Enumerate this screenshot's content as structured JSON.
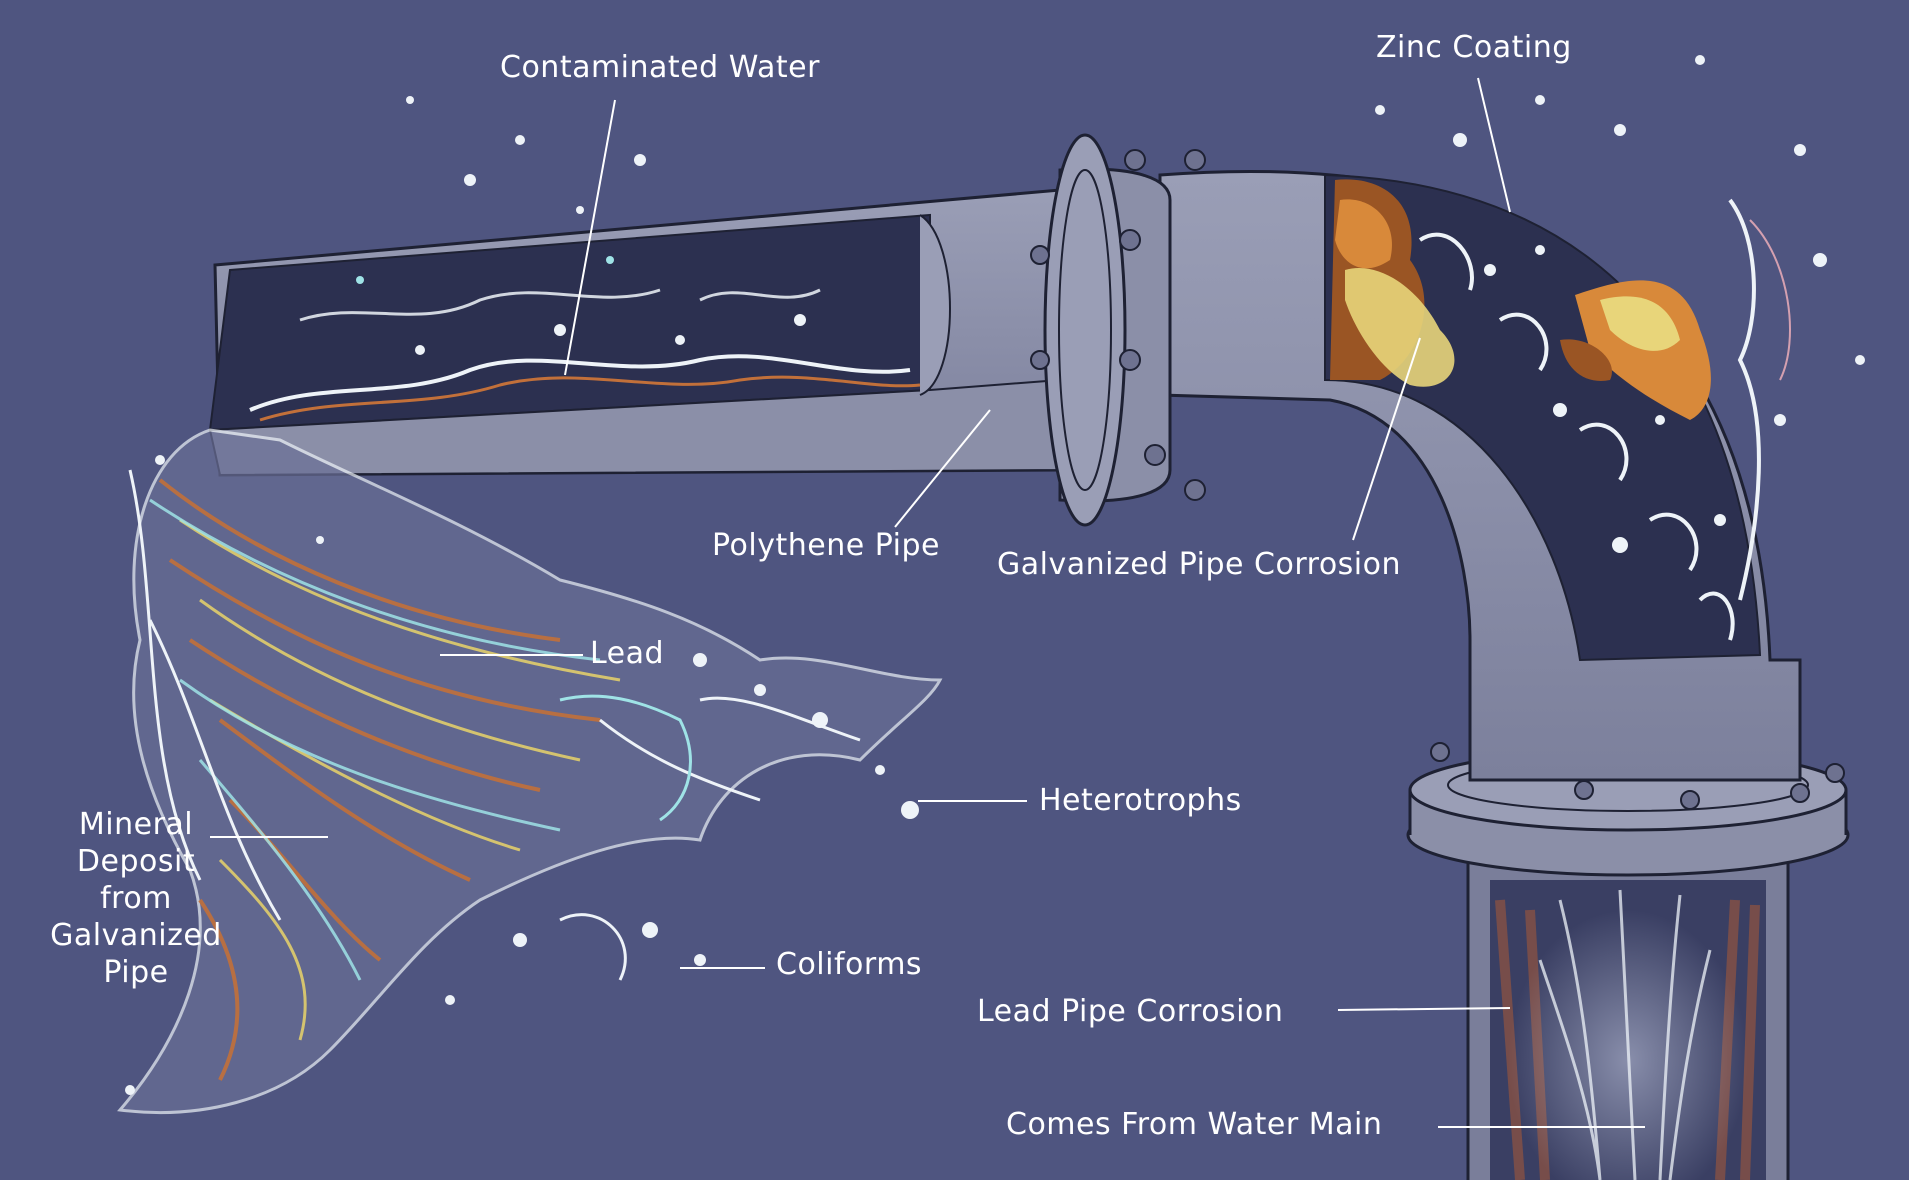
{
  "colors": {
    "background": "#4f5580",
    "pipe_fill": "#8b8fa8",
    "pipe_shadow": "#6e7290",
    "pipe_inner": "#2c3050",
    "outline": "#1e2133",
    "water_white": "#eef3f8",
    "water_cyan": "#9fe3e6",
    "water_orange": "#c2703a",
    "water_yellow": "#e9d36a",
    "rust_brown": "#9a5524",
    "rust_orange": "#d8893a",
    "zinc_yellow": "#e8d57a",
    "label_text": "#ffffff",
    "leader_line": "#ffffff"
  },
  "labels": {
    "contaminated_water": "Contaminated Water",
    "zinc_coating": "Zinc Coating",
    "polythene_pipe": "Polythene Pipe",
    "galvanized_corrosion": "Galvanized Pipe Corrosion",
    "lead": "Lead",
    "heterotrophs": "Heterotrophs",
    "mineral_deposit": "Mineral Deposit from Galvanized Pipe",
    "coliforms": "Coliforms",
    "lead_pipe_corrosion": "Lead Pipe Corrosion",
    "water_main": "Comes From Water Main"
  }
}
